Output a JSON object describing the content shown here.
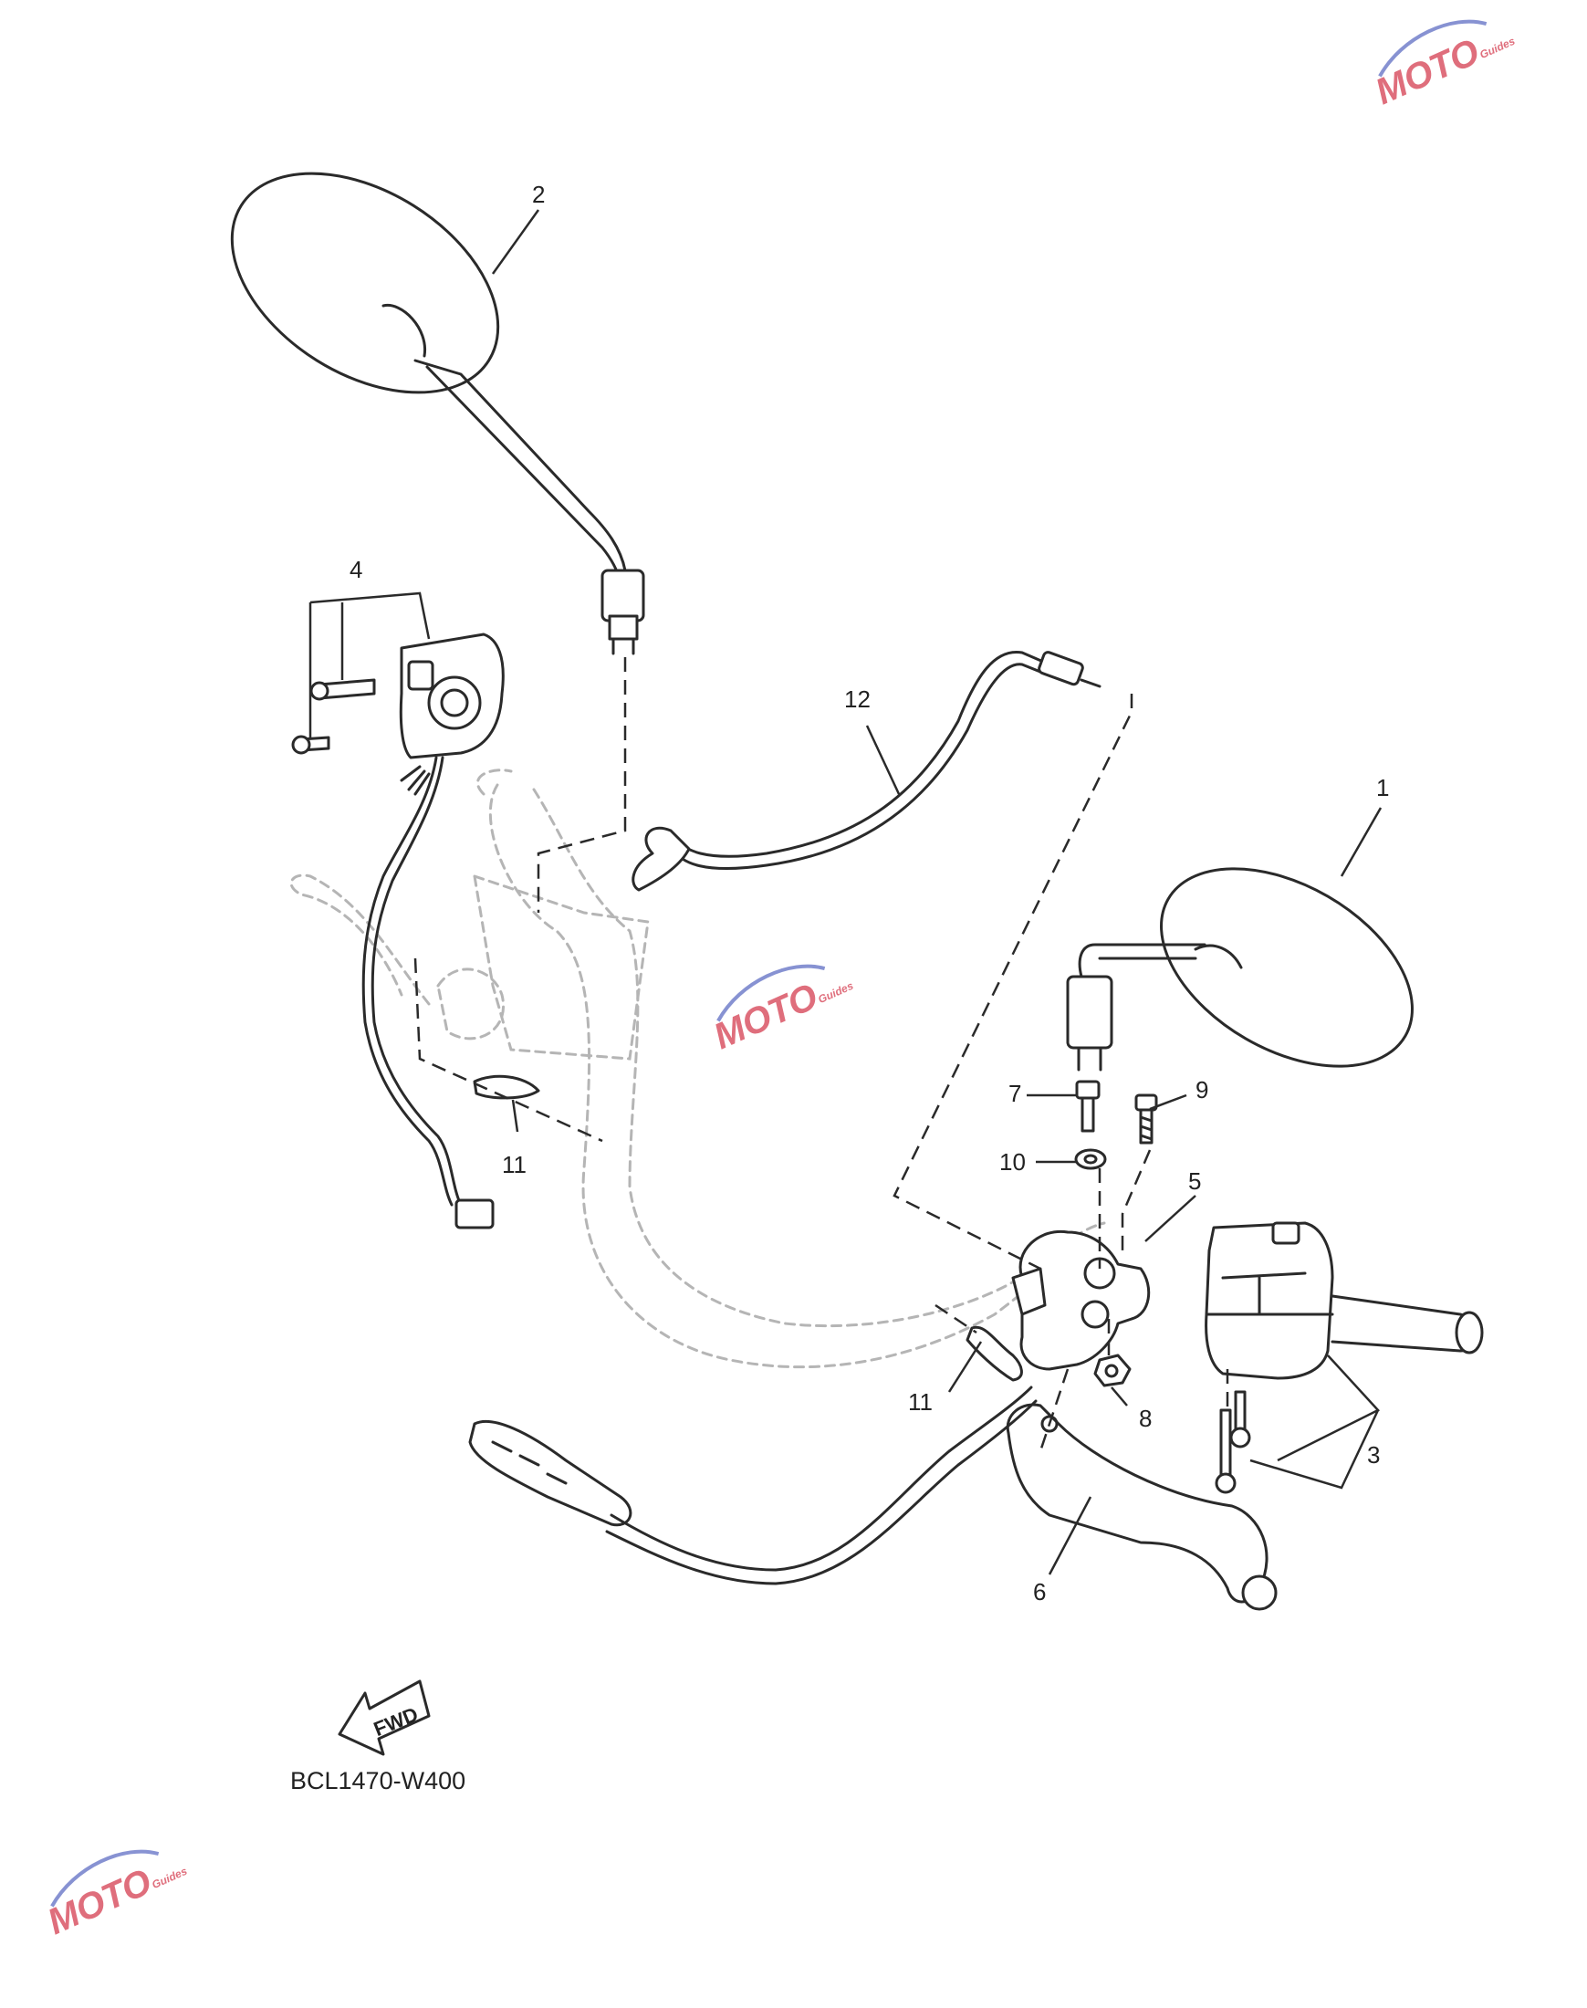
{
  "diagram": {
    "code": "BCL1470-W400",
    "direction_label": "FWD",
    "callouts": {
      "c1": "1",
      "c2": "2",
      "c3": "3",
      "c4": "4",
      "c5": "5",
      "c6": "6",
      "c7": "7",
      "c8": "8",
      "c9": "9",
      "c10": "10",
      "c11a": "11",
      "c11b": "11",
      "c12": "12"
    }
  },
  "watermark": {
    "brand": "MOTO",
    "sub": "Guides",
    "accent_color": "#d84a5c",
    "secondary_color": "#6a78c8"
  }
}
